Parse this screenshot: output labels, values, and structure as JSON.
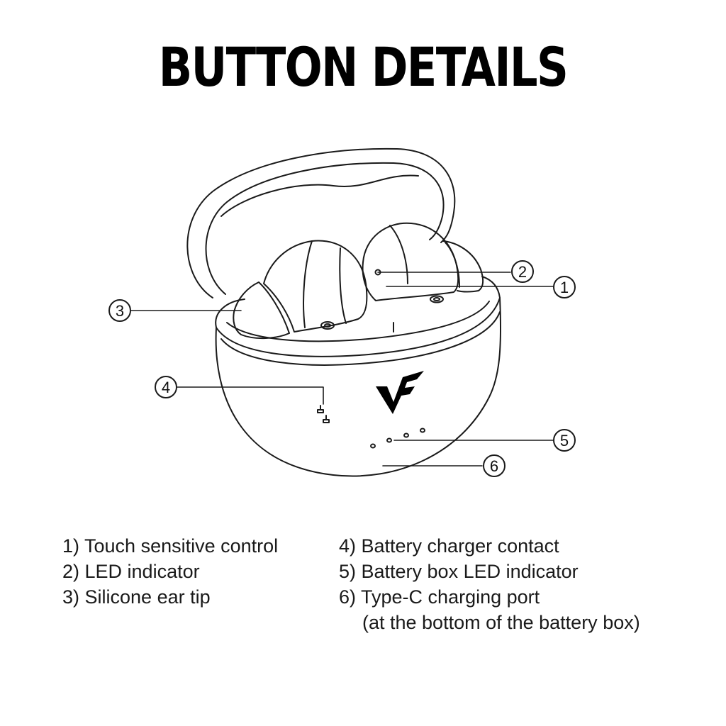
{
  "title": "BUTTON DETAILS",
  "callouts": [
    "1",
    "2",
    "3",
    "4",
    "5",
    "6"
  ],
  "legend": {
    "left": [
      "1) Touch sensitive control",
      "2) LED indicator",
      "3) Silicone ear tip"
    ],
    "right": [
      "4) Battery charger contact",
      "5) Battery box LED indicator",
      "6) Type-C charging port",
      "(at the bottom of the battery box)"
    ]
  },
  "colors": {
    "line": "#1a1a1a",
    "background": "#ffffff",
    "logo": "#000000"
  }
}
